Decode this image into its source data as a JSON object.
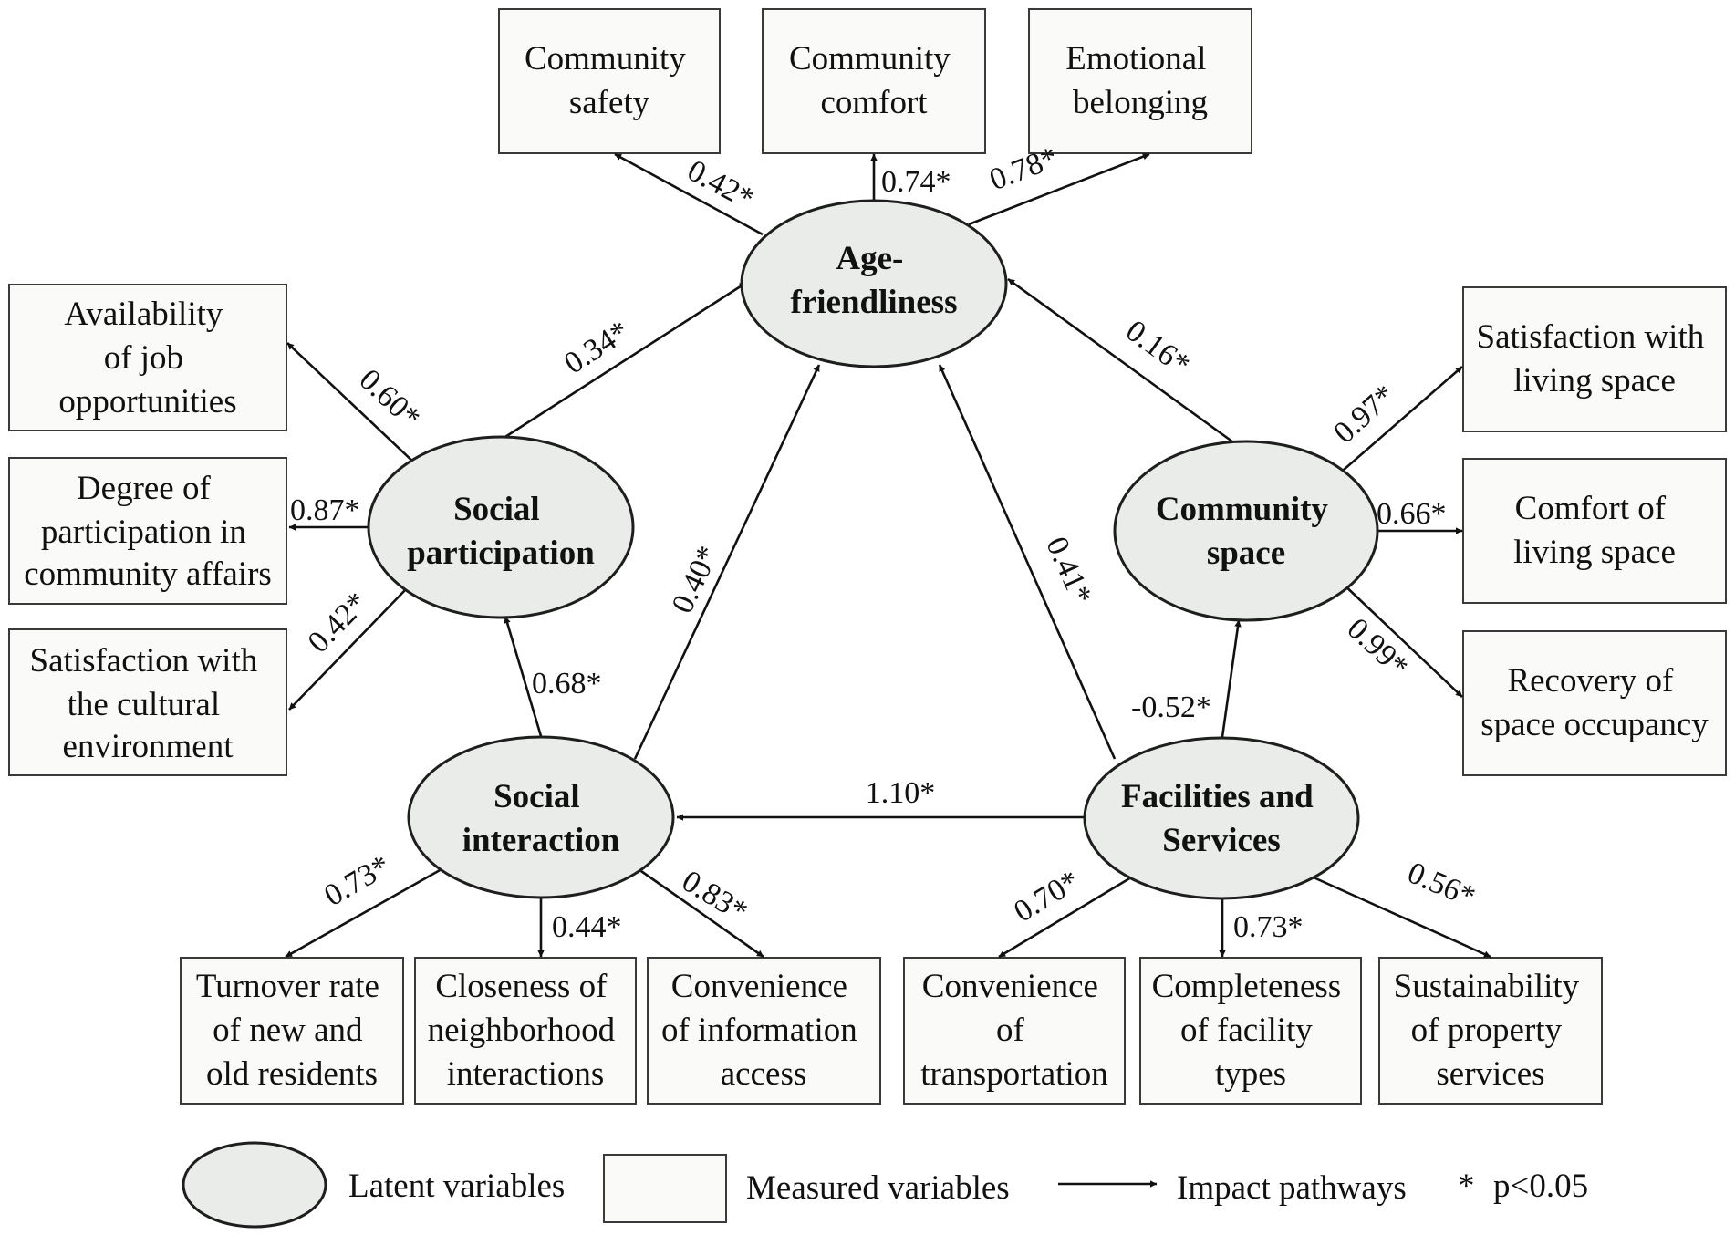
{
  "latent": {
    "age": [
      "Age-",
      "friendliness"
    ],
    "social_participation": [
      "Social",
      "participation"
    ],
    "community_space": [
      "Community",
      "space"
    ],
    "social_interaction": [
      "Social",
      "interaction"
    ],
    "facilities": [
      "Facilities and",
      "Services"
    ]
  },
  "measured": {
    "community_safety": [
      "Community",
      "safety"
    ],
    "community_comfort": [
      "Community",
      "comfort"
    ],
    "emotional_belonging": [
      "Emotional",
      "belonging"
    ],
    "job_opportunities": [
      "Availability",
      "of job",
      "opportunities"
    ],
    "participation_degree": [
      "Degree of",
      "participation in",
      "community affairs"
    ],
    "cultural_environment": [
      "Satisfaction with",
      "the cultural",
      "environment"
    ],
    "living_space_satisfaction": [
      "Satisfaction with",
      "living space"
    ],
    "living_space_comfort": [
      "Comfort of",
      "living space"
    ],
    "space_occupancy": [
      "Recovery of",
      "space occupancy"
    ],
    "turnover_rate": [
      "Turnover rate",
      "of new and",
      "old residents"
    ],
    "neighborhood_closeness": [
      "Closeness of",
      "neighborhood",
      "interactions"
    ],
    "information_access": [
      "Convenience",
      "of information",
      "access"
    ],
    "transportation": [
      "Convenience",
      "of",
      "transportation"
    ],
    "facility_types": [
      "Completeness",
      "of facility",
      "types"
    ],
    "property_services": [
      "Sustainability",
      "of property",
      "services"
    ]
  },
  "coefficients": {
    "age_safety": "0.42*",
    "age_comfort": "0.74*",
    "age_belonging": "0.78*",
    "sp_age": "0.34*",
    "sp_job": "0.60*",
    "sp_degree": "0.87*",
    "sp_cultural": "0.42*",
    "si_sp": "0.68*",
    "si_age": "0.40*",
    "fs_age": "0.41*",
    "cs_age": "0.16*",
    "fs_cs": "-0.52*",
    "fs_si": "1.10*",
    "cs_satisfaction": "0.97*",
    "cs_comfort": "0.66*",
    "cs_recovery": "0.99*",
    "si_turnover": "0.73*",
    "si_closeness": "0.44*",
    "si_information": "0.83*",
    "fs_transport": "0.70*",
    "fs_completeness": "0.73*",
    "fs_sustainability": "0.56*"
  },
  "legend": {
    "latent": "Latent variables",
    "measured": "Measured variables",
    "pathways": "Impact pathways",
    "significance_mark": "*",
    "significance": "p<0.05"
  },
  "colors": {
    "latent_fill": "#e9ece8",
    "measured_fill": "#fafaf8",
    "stroke": "#111111"
  }
}
